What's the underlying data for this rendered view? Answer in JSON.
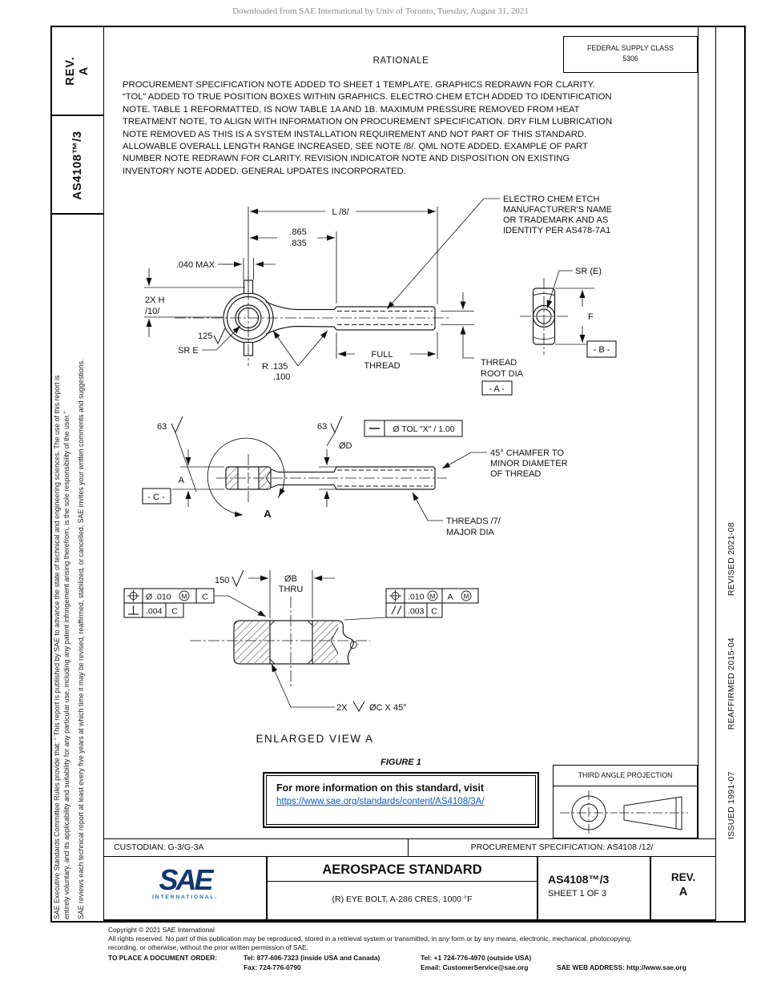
{
  "page": {
    "watermark": "Downloaded from SAE International by Univ of Toronto, Tuesday, August 31, 2021",
    "colors": {
      "link_blue": "#0a5bc4",
      "logo_dark": "#14366f",
      "logo_light": "#1274bc",
      "line_black": "#111111"
    }
  },
  "left_margin": {
    "rev_label": "REV.",
    "rev_value": "A",
    "doc_number": "AS4108™/3",
    "legal_1": "SAE Executive Standards Committee Rules provide that: “ This report is published by SAE to advance the state of technical and engineering sciences. The use of this report is",
    "legal_2": "entirely voluntary, and its applicability and suitability for any particular use, including any patent infringement arising therefrom, is the sole responsibility of the user.”",
    "legal_3": "SAE reviews each technical report at least every five years at which time it may be revised, reaffirmed, stabilized, or cancelled. SAE invites your written comments and suggestions."
  },
  "right_margin": {
    "issued": "ISSUED 1991-07",
    "reaffirmed": "REAFFIRMED 2015-04",
    "revised": "REVISED 2021-08"
  },
  "header": {
    "fsc_label": "FEDERAL SUPPLY CLASS",
    "fsc_value": "5306",
    "rationale_title": "RATIONALE",
    "rationale_body": "PROCUREMENT SPECIFICATION NOTE ADDED TO SHEET 1 TEMPLATE. GRAPHICS REDRAWN FOR CLARITY.\n“TOL” ADDED TO TRUE POSITION BOXES WITHIN GRAPHICS. ELECTRO CHEM ETCH ADDED TO IDENTIFICATION\nNOTE. TABLE 1 REFORMATTED, IS NOW TABLE 1A AND 1B. MAXIMUM PRESSURE REMOVED FROM HEAT\nTREATMENT NOTE, TO ALIGN WITH INFORMATION ON PROCUREMENT SPECIFICATION. DRY FILM LUBRICATION\nNOTE REMOVED AS THIS IS A SYSTEM INSTALLATION REQUIREMENT AND NOT PART OF THIS STANDARD.\nALLOWABLE OVERALL LENGTH RANGE INCREASED, SEE NOTE /8/. QML NOTE ADDED. EXAMPLE OF PART\nNUMBER NOTE REDRAWN FOR CLARITY. REVISION INDICATOR NOTE AND DISPOSITION ON EXISTING\nINVENTORY NOTE ADDED. GENERAL UPDATES INCORPORATED."
  },
  "drawing": {
    "dim_L": "L /8/",
    "dim_865": ".865",
    "dim_835": ".835",
    "dim_040": ".040 MAX",
    "dim_2xh": "2X H",
    "dim_2xh_note": "/10/",
    "finish_125": "125",
    "sr_e": "SR E",
    "radius_1": "R .135",
    "radius_2": ".100",
    "full_1": "FULL",
    "full_2": "THREAD",
    "ece_1": "ELECTRO CHEM ETCH",
    "ece_2": "MANUFACTURER'S NAME",
    "ece_3": "OR TRADEMARK AND AS",
    "ece_4": "IDENTITY PER AS478-7A1",
    "sr_e2": "SR (E)",
    "dim_F": "F",
    "datum_b": "- B -",
    "root_1": "THREAD",
    "root_2": "ROOT DIA",
    "datum_a": "- A -",
    "finish_63a": "63",
    "finish_63b": "63",
    "dim_A": "A",
    "datum_c": "- C -",
    "dia_D": "ØD",
    "fcf_straight": "Ø TOL \"X\" / 1.00",
    "chamfer_1": "45° CHAMFER TO",
    "chamfer_2": "MINOR DIAMETER",
    "chamfer_3": "OF THREAD",
    "threads_1": "THREADS /7/",
    "threads_2": "MAJOR DIA",
    "view_a": "A",
    "dim_150": "150",
    "dia_B_1": "ØB",
    "dia_B_2": "THRU",
    "fcf_pos_l_val": "Ø .010",
    "fcf_pos_l_mod": "M",
    "fcf_pos_l_dat": "C",
    "fcf_perp_val": ".004",
    "fcf_perp_dat": "C",
    "fcf_pos_r_val": ".010",
    "fcf_pos_r_mod": "M",
    "fcf_pos_r_dat": "A",
    "fcf_pos_r_mod2": "M",
    "fcf_par_val": ".003",
    "fcf_par_dat": "C",
    "callout_2x": "2X",
    "callout_c": "ØC X 45°",
    "enlarged_view": "ENLARGED VIEW A"
  },
  "figure": {
    "caption": "FIGURE 1",
    "info_line": "For more information on this standard, visit",
    "info_link": "https://www.sae.org/standards/content/AS4108/3A/",
    "projection_label": "THIRD ANGLE PROJECTION"
  },
  "title_block": {
    "custodian": "CUSTODIAN: G-3/G-3A",
    "procurement": "PROCUREMENT SPECIFICATION: AS4108 /12/",
    "logo_text": "SAE",
    "logo_sub": "INTERNATIONAL.",
    "title": "AEROSPACE STANDARD",
    "subtitle": "(R) EYE BOLT, A-286 CRES, 1000 °F",
    "doc_number": "AS4108™/3",
    "sheet": "SHEET 1 OF 3",
    "rev_label": "REV.",
    "rev_value": "A"
  },
  "footer": {
    "copyright": "Copyright © 2021 SAE International",
    "rights_1": "All rights reserved. No part of this publication may be reproduced, stored in a retrieval system or transmitted, in any form or by any means, electronic, mechanical, photocopying,",
    "rights_2": "recording, or otherwise, without the prior written permission of SAE.",
    "order_label": "TO PLACE A DOCUMENT ORDER:",
    "tel_us": "Tel: 877-606-7323 (inside USA and Canada)",
    "tel_intl": "Tel: +1 724-776-4970 (outside USA)",
    "fax": "Fax: 724-776-0790",
    "email": "Email: CustomerService@sae.org",
    "web": "SAE WEB ADDRESS: http://www.sae.org"
  }
}
